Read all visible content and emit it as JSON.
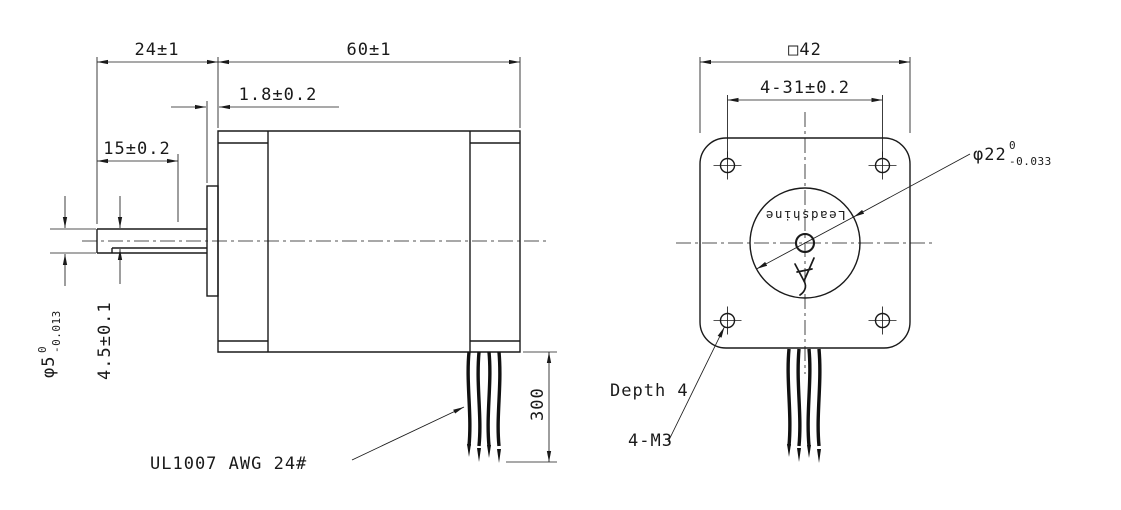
{
  "side_view": {
    "shaft_extension": "24±1",
    "body_length": "60±1",
    "boss_height": "1.8±0.2",
    "shaft_flat_length": "15±0.2",
    "shaft_dia": "φ5",
    "shaft_dia_tol_upper": "0",
    "shaft_dia_tol_lower": "-0.013",
    "flat_height": "4.5±0.1",
    "wire_length": "300",
    "wire_spec": "UL1007 AWG 24#"
  },
  "front_view": {
    "frame_size": "□42",
    "mounting_hole_spacing": "4-31±0.2",
    "boss_dia": "φ22",
    "boss_dia_tol_upper": "0",
    "boss_dia_tol_lower": "-0.033",
    "depth_note": "Depth 4",
    "mounting_thread": "4-M3",
    "brand": "Leadshine"
  }
}
